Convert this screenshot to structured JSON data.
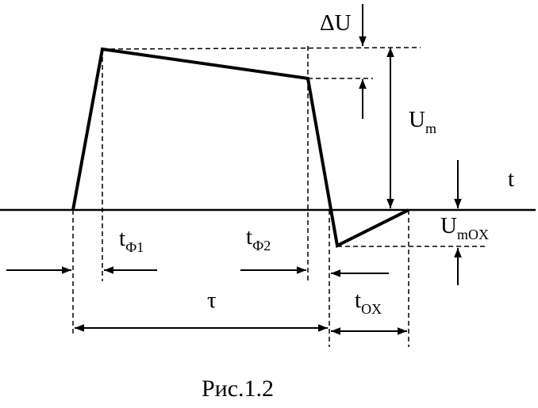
{
  "labels": {
    "delta_u": "ΔU",
    "u_m": "U",
    "u_m_sub": "m",
    "t_axis": "t",
    "t_f1": "t",
    "t_f1_sub": "Ф1",
    "t_f2": "t",
    "t_f2_sub": "Ф2",
    "tau": "τ",
    "u_mox": "U",
    "u_mox_sub": "mOX",
    "t_ox": "t",
    "t_ox_sub": "OX"
  },
  "caption": "Рис.1.2",
  "colors": {
    "stroke": "#000000",
    "background": "#ffffff"
  }
}
